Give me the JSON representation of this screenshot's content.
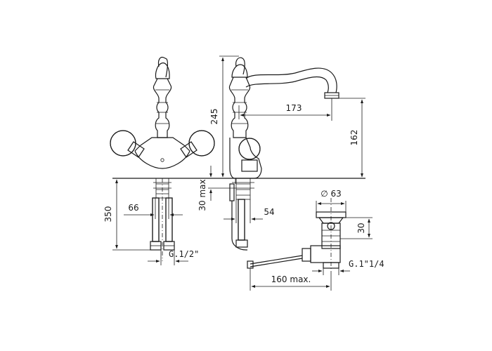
{
  "drawing": {
    "dimensions": {
      "total_height": "245",
      "spout_reach": "173",
      "spout_height": "162",
      "mount_depth": "350",
      "handle_offset": "66",
      "clamp_thickness": "30 max",
      "base_width": "54",
      "drain_diameter": "∅ 63",
      "drain_height": "30",
      "rod_length": "160 max.",
      "supply_thread": "G.1/2\"",
      "drain_thread": "G.1\"1/4"
    }
  }
}
